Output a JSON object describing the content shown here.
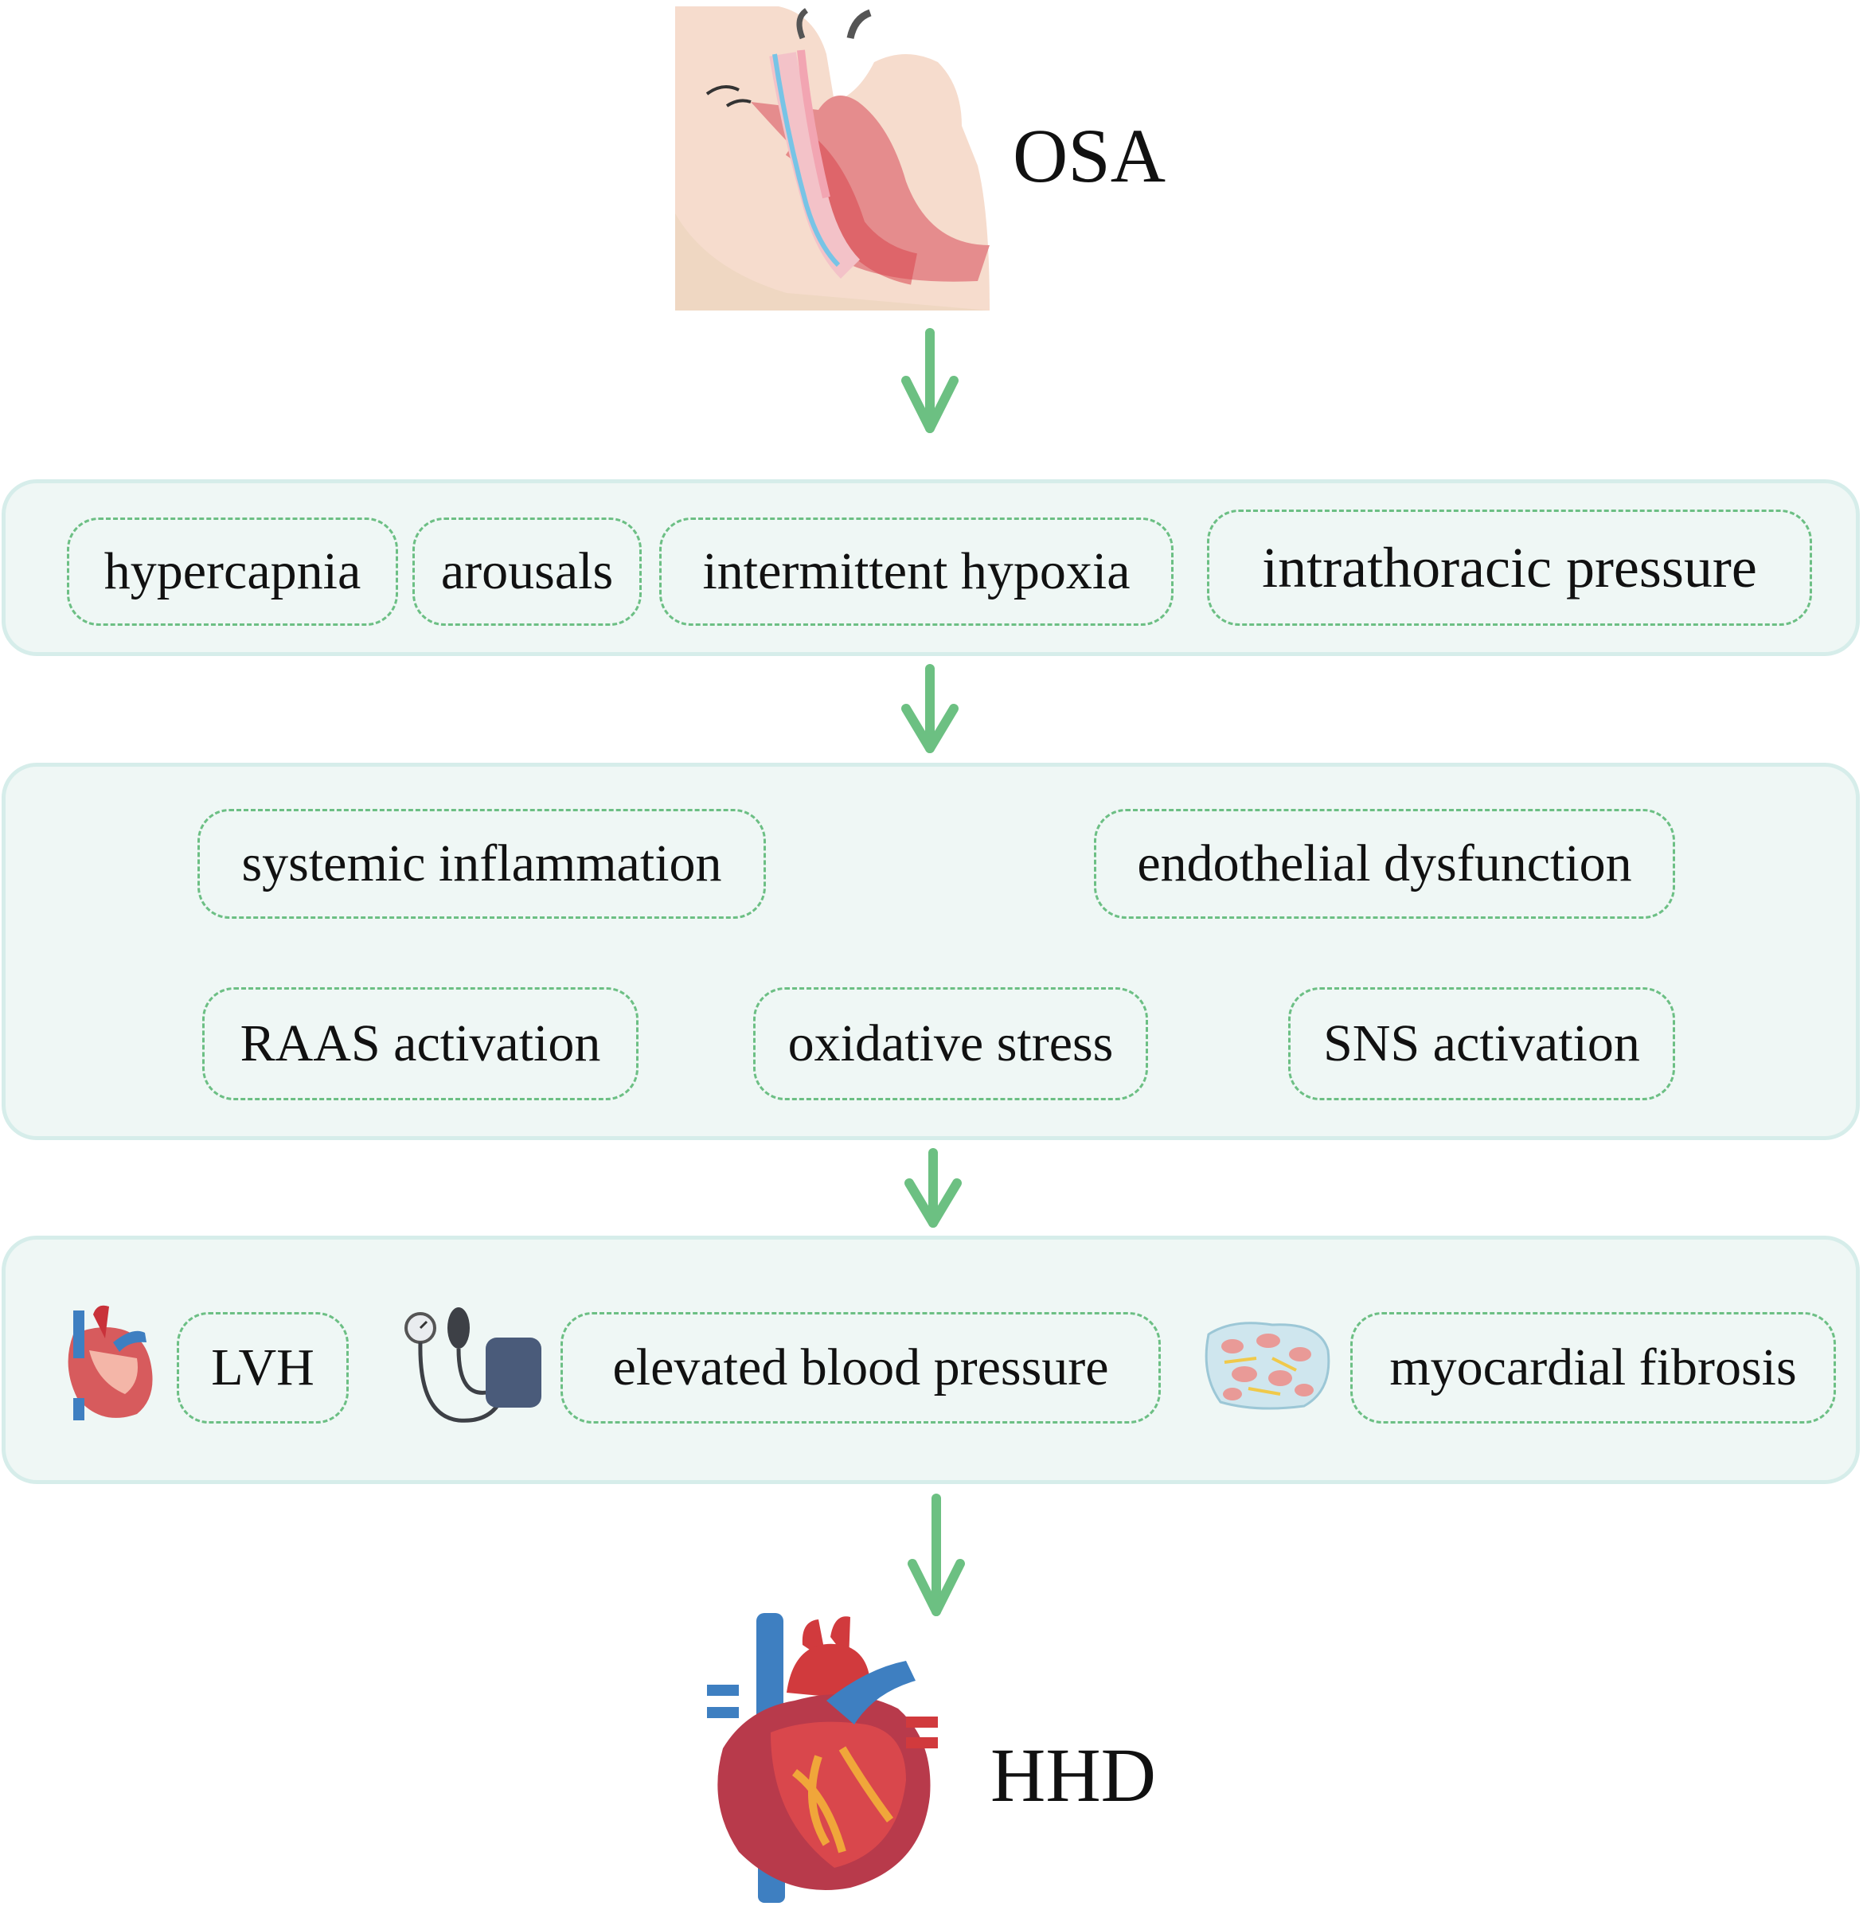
{
  "top": {
    "label": "OSA",
    "icon": "sleep-apnea-airway-icon"
  },
  "bottom": {
    "label": "HHD",
    "icon": "heart-icon"
  },
  "triggers": [
    "hypercapnia",
    "arousals",
    "intermittent hypoxia",
    "intrathoracic pressure"
  ],
  "mechanisms": {
    "row1": [
      "systemic inflammation",
      "endothelial dysfunction"
    ],
    "row2": [
      "RAAS activation",
      "oxidative stress",
      "SNS activation"
    ]
  },
  "outcomes": [
    {
      "label": "LVH",
      "icon": "heart-anatomy-icon"
    },
    {
      "label": "elevated blood pressure",
      "icon": "sphygmomanometer-icon"
    },
    {
      "label": "myocardial fibrosis",
      "icon": "fibrotic-tissue-icon"
    }
  ],
  "colors": {
    "arrow": "#6cc082",
    "panel_fill": "#eff7f5",
    "panel_border": "#d6edea",
    "dash": "#6cbf84"
  }
}
